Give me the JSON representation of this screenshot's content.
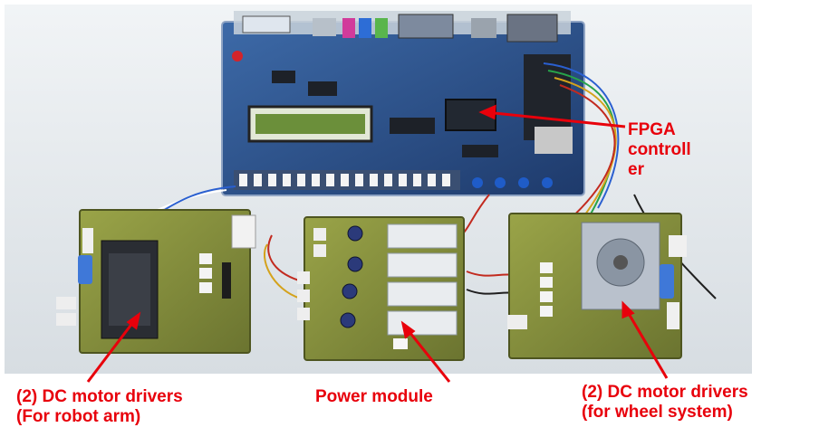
{
  "photo": {
    "boards": [
      "fpga-board",
      "left-motor-driver-board",
      "power-module-board",
      "right-motor-driver-board"
    ]
  },
  "annotations": {
    "fpga": [
      "FPGA",
      "controll",
      "er"
    ],
    "left": [
      "(2) DC motor drivers",
      "(For robot arm)"
    ],
    "power": [
      "Power module"
    ],
    "right": [
      "(2) DC motor drivers",
      "(for wheel system)"
    ]
  },
  "colors": {
    "label": "#e8000b",
    "board_green": "#7a8a3c",
    "fpga_blue": "#2c4f8c",
    "background": "#e9eef2"
  }
}
